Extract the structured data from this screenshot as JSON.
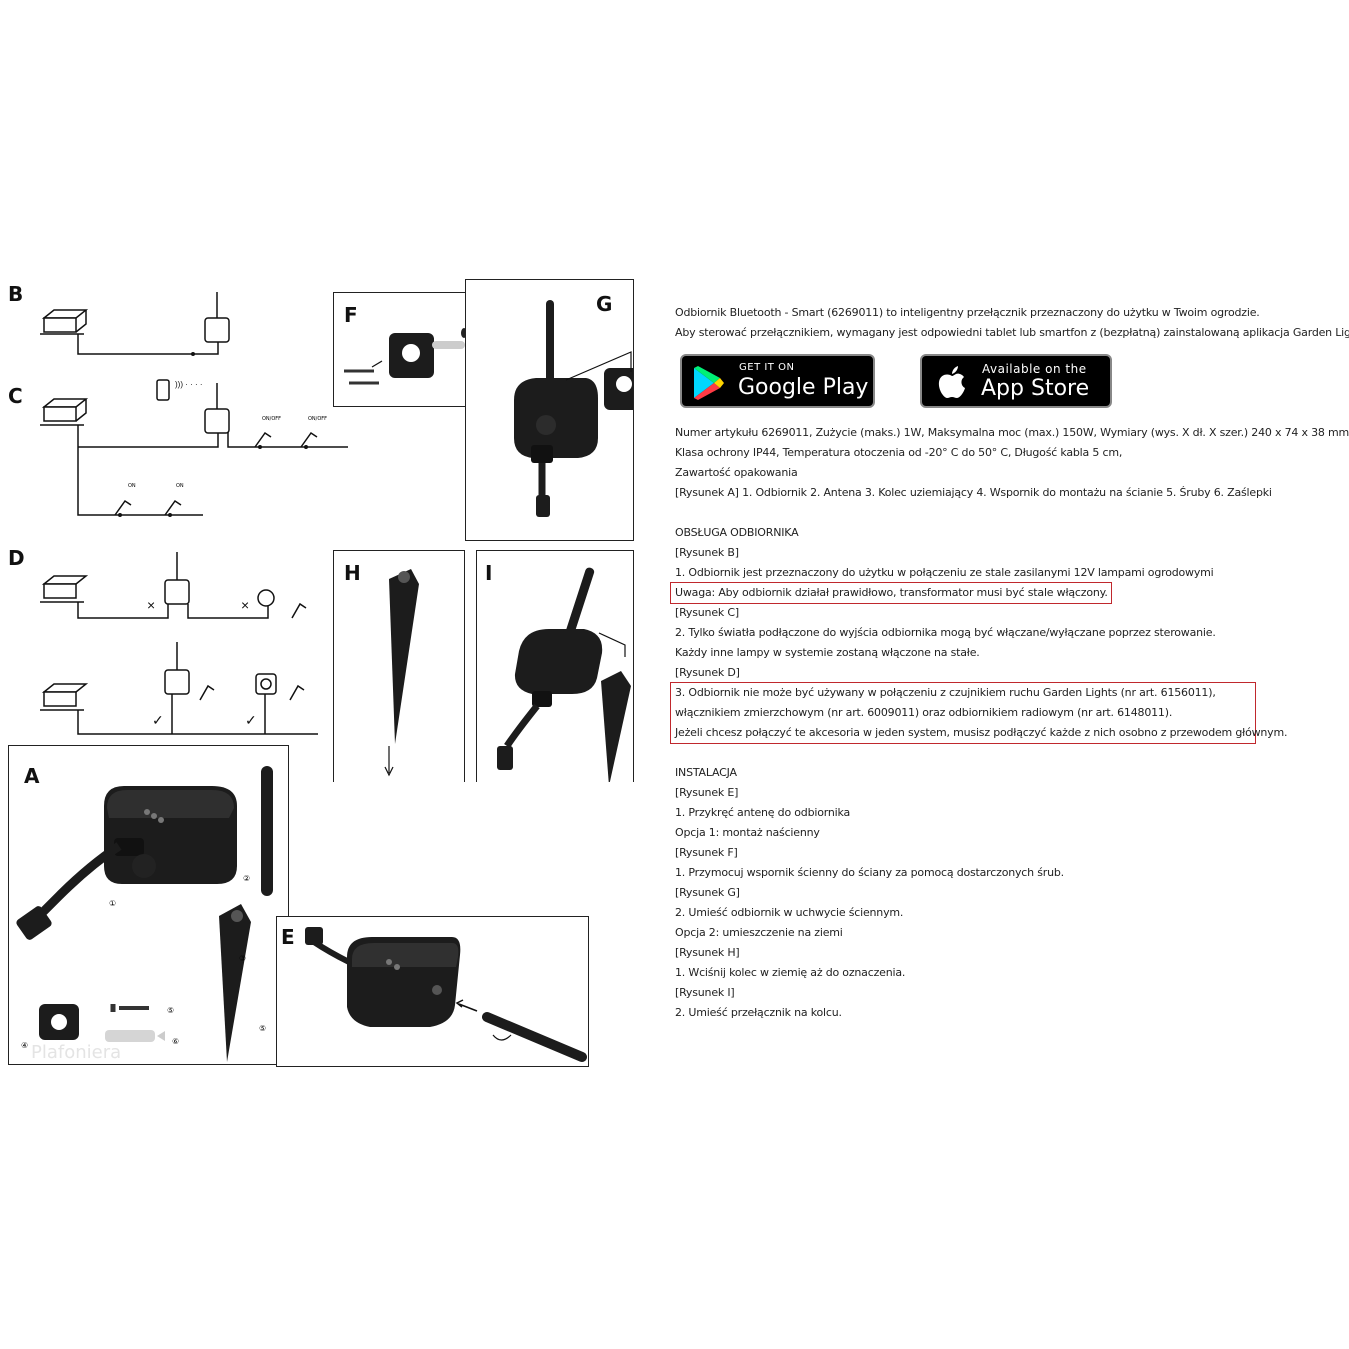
{
  "figure_labels": {
    "a": "A",
    "b": "B",
    "c": "C",
    "d": "D",
    "e": "E",
    "f": "F",
    "g": "G",
    "h": "H",
    "i": "I"
  },
  "diagram": {
    "on_off": "ON/OFF",
    "on": "ON",
    "parts": [
      "①",
      "②",
      "③",
      "④",
      "⑤",
      "⑥",
      "⑤"
    ]
  },
  "watermark": "Plafoniera",
  "stores": {
    "google": {
      "small": "GET IT ON",
      "big": "Google Play"
    },
    "apple": {
      "small": "Available on the",
      "big": "App Store"
    }
  },
  "text": {
    "intro1": "Odbiornik Bluetooth - Smart (6269011) to inteligentny przełącznik przeznaczony do użytku w Twoim ogrodzie.",
    "intro2": "Aby sterować przełącznikiem, wymagany jest odpowiedni tablet lub smartfon z (bezpłatną) zainstalowaną aplikacja Garden Lights.",
    "spec1": "Numer artykułu 6269011, Zużycie (maks.) 1W, Maksymalna moc (max.) 150W, Wymiary (wys. X dł. X szer.) 240 x 74 x 38 mm",
    "spec2": "Klasa ochrony IP44, Temperatura otoczenia od -20° C do 50° C, Długość kabla 5 cm,",
    "spec3": "Zawartość opakowania",
    "spec4": "[Rysunek A]   1. Odbiornik 2. Antena 3. Kolec uziemiający 4. Wspornik do montażu na ścianie 5. Śruby 6. Zaślepki",
    "s1_head": "OBSŁUGA ODBIORNIKA",
    "s1_l1": "[Rysunek B]",
    "s1_l2": "1. Odbiornik jest przeznaczony do użytku w połączeniu ze stale zasilanymi 12V lampami ogrodowymi",
    "s1_l3": "Uwaga: Aby odbiornik działał prawidłowo, transformator musi być stale włączony.",
    "s1_l4": "[Rysunek C]",
    "s1_l5": "2. Tylko światła podłączone do wyjścia odbiornika mogą być włączane/wyłączane poprzez sterowanie.",
    "s1_l6": "Każdy inne lampy w systemie zostaną włączone na stałe.",
    "s1_l7": "[Rysunek D]",
    "s1_l8": "3. Odbiornik nie może być używany w połączeniu z czujnikiem ruchu Garden Lights (nr art. 6156011),",
    "s1_l9": "włącznikiem zmierzchowym (nr art. 6009011) oraz odbiornikiem radiowym (nr art. 6148011).",
    "s1_l10": "Jeżeli chcesz połączyć te akcesoria w jeden system, musisz podłączyć każde z nich osobno z przewodem głównym.",
    "s2_head": "INSTALACJA",
    "s2_l1": "[Rysunek E]",
    "s2_l2": "1. Przykręć antenę do odbiornika",
    "s2_l3": "Opcja 1: montaż naścienny",
    "s2_l4": "[Rysunek F]",
    "s2_l5": "1. Przymocuj wspornik ścienny do ściany za pomocą dostarczonych śrub.",
    "s2_l6": "[Rysunek G]",
    "s2_l7": "2. Umieść odbiornik w uchwycie ściennym.",
    "s2_l8": "Opcja 2: umieszczenie na ziemi",
    "s2_l9": "[Rysunek H]",
    "s2_l10": "1. Wciśnij kolec w ziemię aż do oznaczenia.",
    "s2_l11": "[Rysunek I]",
    "s2_l12": "2. Umieść przełącznik na kolcu."
  },
  "colors": {
    "highlight_border": "#c0282d",
    "ink": "#1a1a1a",
    "device": "#1c1c1c"
  }
}
